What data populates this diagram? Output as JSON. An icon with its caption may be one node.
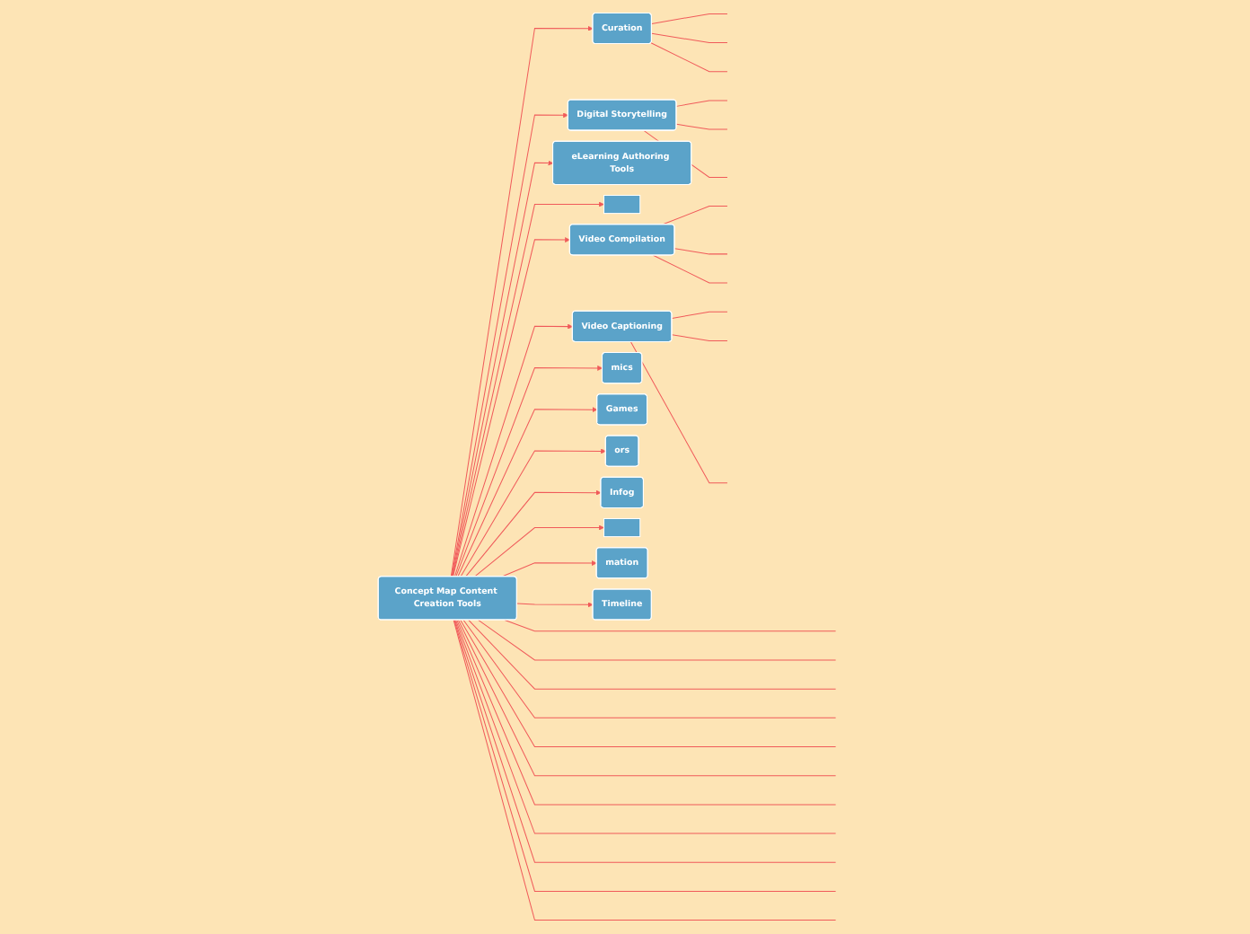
{
  "diagram": {
    "nodes": [
      {
        "text": [
          "Concept Map Content Creation Tools"
        ]
      },
      {
        "text": [
          "Curation"
        ]
      },
      {
        "text": [
          "Digital Storytelling"
        ]
      },
      {
        "text": [
          "eLearning Authoring Tools"
        ]
      },
      {
        "text": [],
        "shape": "box"
      },
      {
        "text": [
          "Video Compilation"
        ]
      },
      {
        "text": [
          "Video Captioning"
        ]
      },
      {
        "text": [
          "mics"
        ]
      },
      {
        "text": [
          "Games"
        ]
      },
      {
        "text": [
          "ors"
        ]
      },
      {
        "text": [
          "Infog"
        ]
      },
      {
        "text": [],
        "shape": "box"
      },
      {
        "text": [
          "mation"
        ]
      },
      {
        "text": [
          "Timeline"
        ]
      }
    ],
    "edges": [
      {
        "from": 0,
        "to": 1,
        "arrow": "to"
      },
      {
        "from": 0,
        "to": 2,
        "arrow": "to"
      },
      {
        "from": 0,
        "to": 3,
        "arrow": "to"
      },
      {
        "from": 0,
        "to": 4,
        "arrow": "to"
      },
      {
        "from": 0,
        "to": 5,
        "arrow": "to"
      },
      {
        "from": 0,
        "to": 6,
        "arrow": "to"
      },
      {
        "from": 0,
        "to": 7,
        "arrow": "to"
      },
      {
        "from": 0,
        "to": 8,
        "arrow": "to"
      },
      {
        "from": 0,
        "to": 9,
        "arrow": "to"
      },
      {
        "from": 0,
        "to": 10,
        "arrow": "to"
      },
      {
        "from": 0,
        "to": 11,
        "arrow": "to"
      },
      {
        "from": 0,
        "to": 12,
        "arrow": "to"
      },
      {
        "from": 0,
        "to": 13,
        "arrow": "to"
      },
      {
        "from": 0,
        "to": null,
        "arrow": "none"
      },
      {
        "from": 0,
        "to": null,
        "arrow": "none"
      },
      {
        "from": 0,
        "to": null,
        "arrow": "none"
      },
      {
        "from": 0,
        "to": null,
        "arrow": "none"
      },
      {
        "from": 0,
        "to": null,
        "arrow": "none"
      },
      {
        "from": 0,
        "to": null,
        "arrow": "none"
      },
      {
        "from": 0,
        "to": null,
        "arrow": "none"
      },
      {
        "from": 0,
        "to": null,
        "arrow": "none"
      },
      {
        "from": 0,
        "to": null,
        "arrow": "none"
      },
      {
        "from": 0,
        "to": null,
        "arrow": "none"
      },
      {
        "from": 0,
        "to": null,
        "arrow": "none"
      },
      {
        "from": 1,
        "to": null,
        "arrow": "none"
      },
      {
        "from": 1,
        "to": null,
        "arrow": "none"
      },
      {
        "from": 1,
        "to": null,
        "arrow": "none"
      },
      {
        "from": 2,
        "to": null,
        "arrow": "none"
      },
      {
        "from": 2,
        "to": null,
        "arrow": "none"
      },
      {
        "from": 2,
        "to": null,
        "arrow": "none"
      },
      {
        "from": 5,
        "to": null,
        "arrow": "none"
      },
      {
        "from": 5,
        "to": null,
        "arrow": "none"
      },
      {
        "from": 5,
        "to": null,
        "arrow": "none"
      },
      {
        "from": 6,
        "to": null,
        "arrow": "none"
      },
      {
        "from": 6,
        "to": null,
        "arrow": "none"
      },
      {
        "from": 6,
        "to": null,
        "arrow": "none"
      }
    ]
  }
}
